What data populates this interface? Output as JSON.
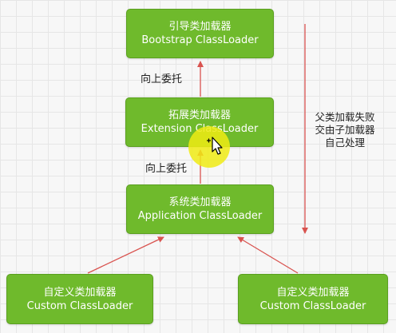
{
  "nodes": {
    "bootstrap": {
      "zh": "引导类加载器",
      "en": "Bootstrap ClassLoader"
    },
    "extension": {
      "zh": "拓展类加载器",
      "en": "Extension ClassLoader"
    },
    "application": {
      "zh": "系统类加载器",
      "en": "Application ClassLoader"
    },
    "custom_left": {
      "zh": "自定义类加载器",
      "en": "Custom ClassLoader"
    },
    "custom_right": {
      "zh": "自定义类加载器",
      "en": "Custom ClassLoader"
    }
  },
  "edges": {
    "delegate_label_1": "向上委托",
    "delegate_label_2": "向上委托"
  },
  "side_note": {
    "line1": "父类加载失败",
    "line2": "交由子加载器",
    "line3": "自己处理"
  },
  "colors": {
    "node_fill": "#6fba2c",
    "arrow": "#d9534f",
    "cursor_highlight": "#f0eb14"
  },
  "icons": {
    "cursor": "pointer-cursor-icon"
  }
}
